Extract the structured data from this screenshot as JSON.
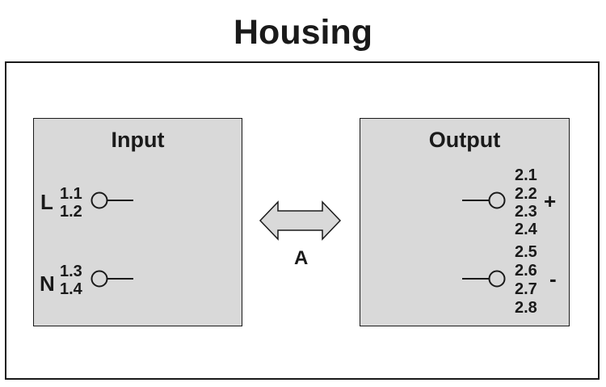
{
  "title": "Housing",
  "input": {
    "title": "Input",
    "terminals": [
      {
        "name": "L",
        "pins": [
          "1.1",
          "1.2"
        ]
      },
      {
        "name": "N",
        "pins": [
          "1.3",
          "1.4"
        ]
      }
    ]
  },
  "output": {
    "title": "Output",
    "terminals": [
      {
        "sign": "+",
        "pins": [
          "2.1",
          "2.2",
          "2.3",
          "2.4"
        ]
      },
      {
        "sign": "-",
        "pins": [
          "2.5",
          "2.6",
          "2.7",
          "2.8"
        ]
      }
    ]
  },
  "connection": {
    "label": "A"
  },
  "colors": {
    "panel_fill": "#d9d9d9",
    "line": "#1a1a1a"
  }
}
